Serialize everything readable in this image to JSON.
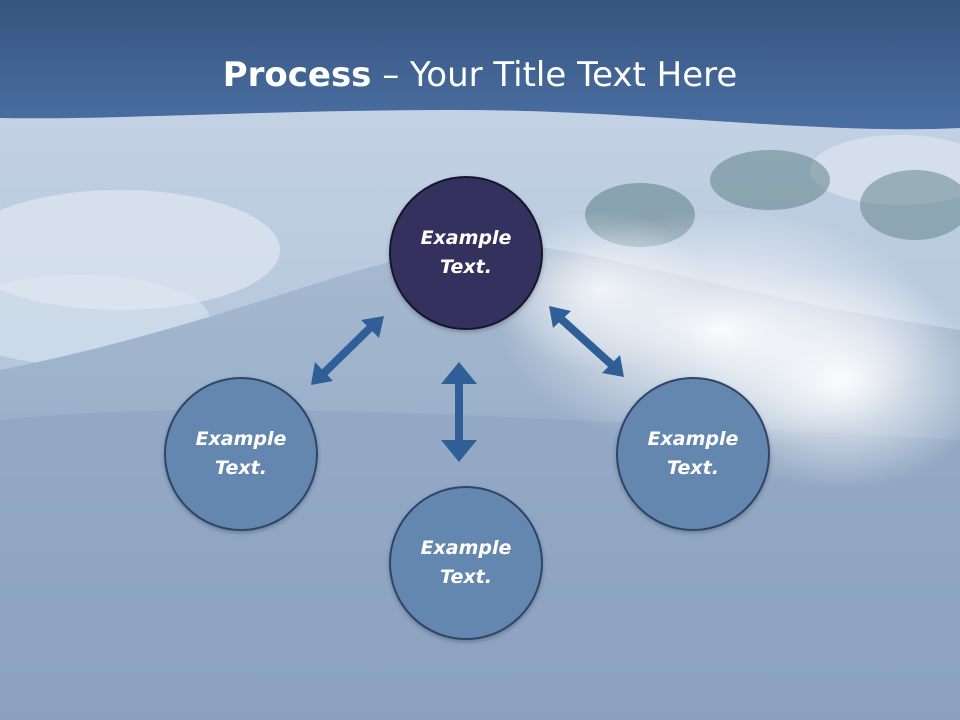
{
  "slide": {
    "title_bold": "Process",
    "title_rest": " – Your Title Text Here"
  },
  "nodes": [
    {
      "label": "Example Text."
    },
    {
      "label": "Example Text."
    },
    {
      "label": "Example Text."
    },
    {
      "label": "Example Text."
    }
  ],
  "colors": {
    "header_band": "#44669a",
    "primary_node": "#35315f",
    "secondary_node": "#6487b0",
    "arrow": "#2f5f96"
  },
  "icons": {
    "arrow": "double-headed-arrow"
  }
}
